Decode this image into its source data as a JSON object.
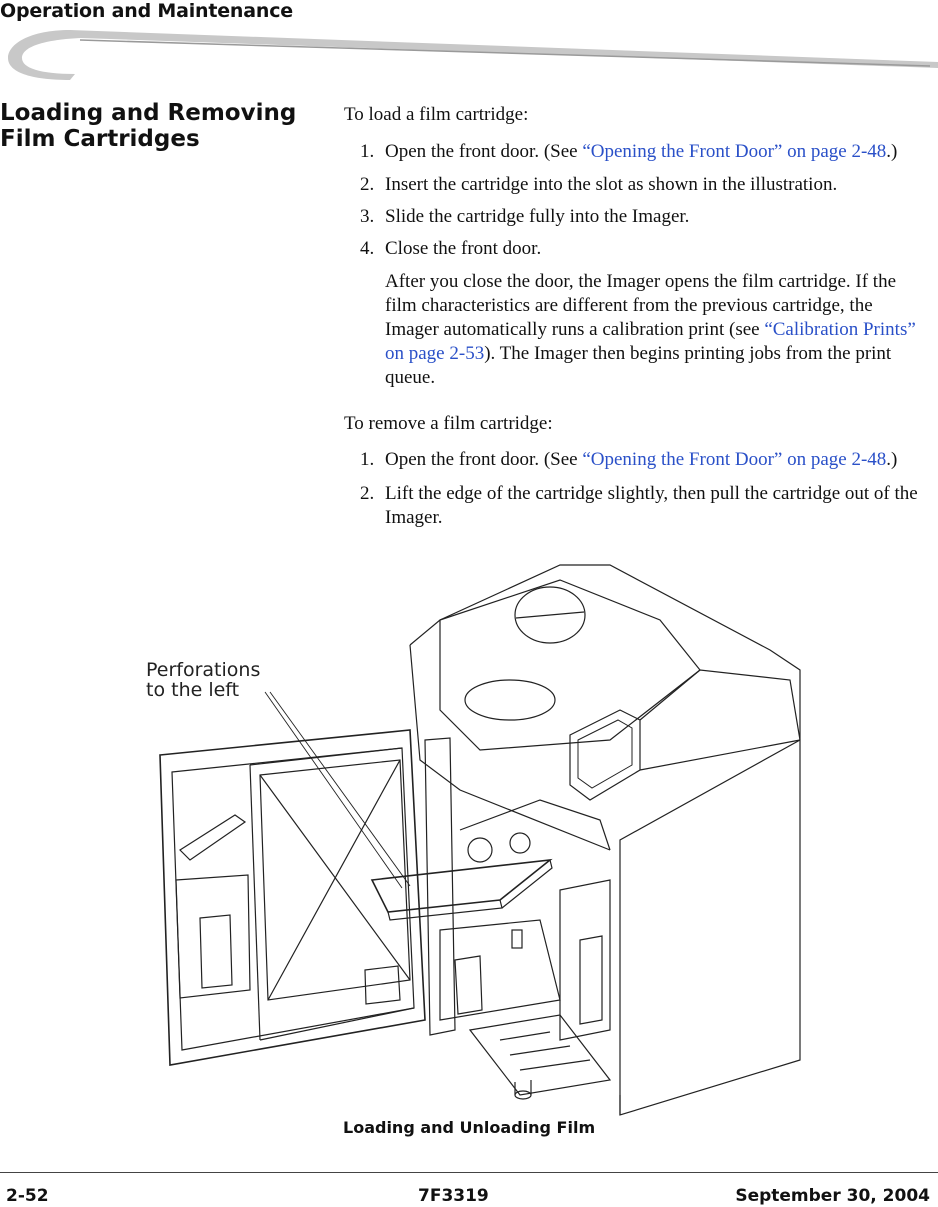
{
  "header": {
    "title": "Operation and Maintenance"
  },
  "section": {
    "heading_line1": "Loading and Removing",
    "heading_line2": "Film Cartridges"
  },
  "load": {
    "intro": "To load a film cartridge:",
    "steps": [
      {
        "num": "1.",
        "text": "Open the front door. (See ",
        "link": "“Opening the Front Door” on page 2-48",
        "tail": ".)"
      },
      {
        "num": "2.",
        "text": "Insert the cartridge into the slot as shown in the illustration."
      },
      {
        "num": "3.",
        "text": "Slide the cartridge fully into the Imager."
      },
      {
        "num": "4.",
        "text": "Close the front door."
      }
    ],
    "note_lines": [
      "After you close the door, the Imager opens the film cartridge. If the",
      "film characteristics are different from the previous cartridge, the",
      "Imager automatically runs a calibration print (see ",
      "on page 2-53",
      "). The Imager then begins printing jobs from the print",
      "queue."
    ],
    "note_link_a": "“Calibration Prints”"
  },
  "remove": {
    "intro": "To remove a film cartridge:",
    "steps": [
      {
        "num": "1.",
        "text": "Open the front door. (See ",
        "link": "“Opening the Front Door” on page 2-48",
        "tail": ".)"
      },
      {
        "num": "2.",
        "text": "Lift the edge of the cartridge slightly, then pull the cartridge out of the",
        "text2": "Imager."
      }
    ]
  },
  "figure": {
    "callout_line1": "Perforations",
    "callout_line2": "to the left",
    "caption": "Loading and Unloading Film"
  },
  "footer": {
    "page": "2-52",
    "doc_id": "7F3319",
    "date": "September 30, 2004"
  }
}
